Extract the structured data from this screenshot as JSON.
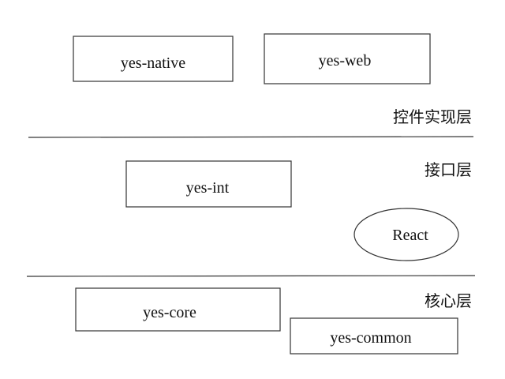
{
  "layers": {
    "control_impl": "控件实现层",
    "interface": "接口层",
    "core": "核心层"
  },
  "modules": {
    "yes_native": "yes-native",
    "yes_web": "yes-web",
    "yes_int": "yes-int",
    "react": "React",
    "yes_core": "yes-core",
    "yes_common": "yes-common"
  }
}
